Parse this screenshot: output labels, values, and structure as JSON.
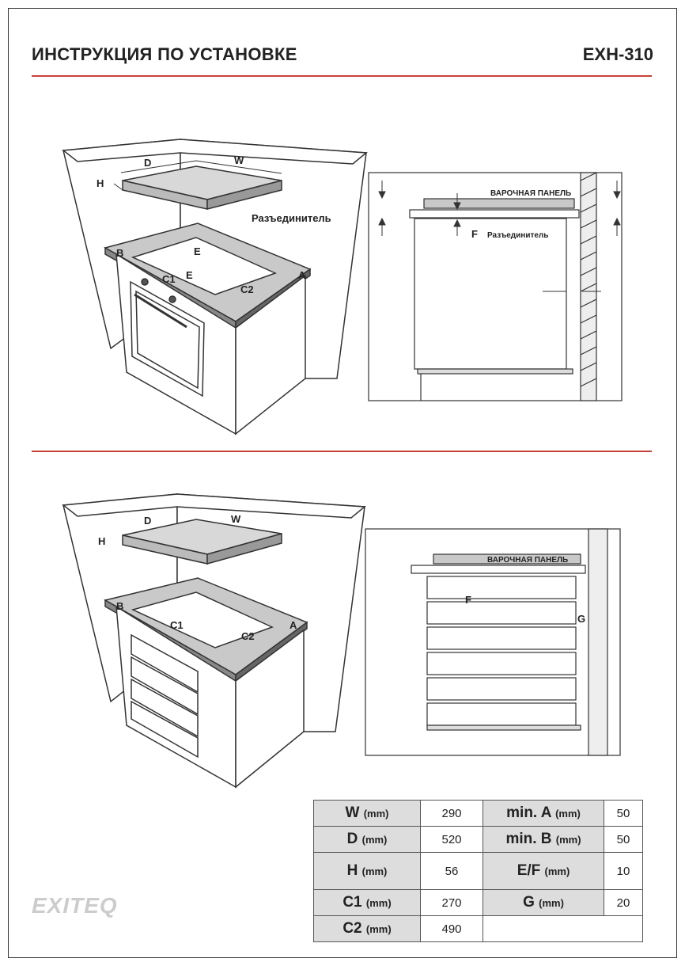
{
  "header": {
    "title": "ИНСТРУКЦИЯ ПО УСТАНОВКЕ",
    "model": "EXH-310"
  },
  "colors": {
    "rule": "#c8403a",
    "table_key_bg": "#dddddd",
    "panel_fill": "#c9c9c9"
  },
  "diagram_top": {
    "labels": {
      "d": "D",
      "w": "W",
      "h": "H",
      "disconnector": "Разъединитель",
      "b": "B",
      "e_top": "E",
      "c1": "C1",
      "e": "E",
      "c2": "C2",
      "a": "A"
    }
  },
  "section_top": {
    "panel": "ВАРОЧНАЯ ПАНЕЛЬ",
    "f": "F",
    "disconnector": "Разъединитель"
  },
  "diagram_bottom": {
    "labels": {
      "d": "D",
      "w": "W",
      "h": "H",
      "b": "B",
      "c1": "C1",
      "c2": "C2",
      "a": "A"
    }
  },
  "section_bottom": {
    "panel": "ВАРОЧНАЯ ПАНЕЛЬ",
    "f": "F",
    "g": "G"
  },
  "specs": {
    "rows": [
      {
        "k1": "W",
        "u1": "(mm)",
        "v1": "290",
        "k2": "min. A",
        "u2": "(mm)",
        "v2": "50"
      },
      {
        "k1": "D",
        "u1": "(mm)",
        "v1": "520",
        "k2": "min. B",
        "u2": "(mm)",
        "v2": "50"
      },
      {
        "k1": "H",
        "u1": "(mm)",
        "v1": "56",
        "k2": "E/F",
        "u2": "(mm)",
        "v2": "10"
      },
      {
        "k1": "C1",
        "u1": "(mm)",
        "v1": "270",
        "k2": "G",
        "u2": "(mm)",
        "v2": "20"
      },
      {
        "k1": "C2",
        "u1": "(mm)",
        "v1": "490"
      }
    ]
  },
  "logo": {
    "text": "EXITEQ"
  }
}
